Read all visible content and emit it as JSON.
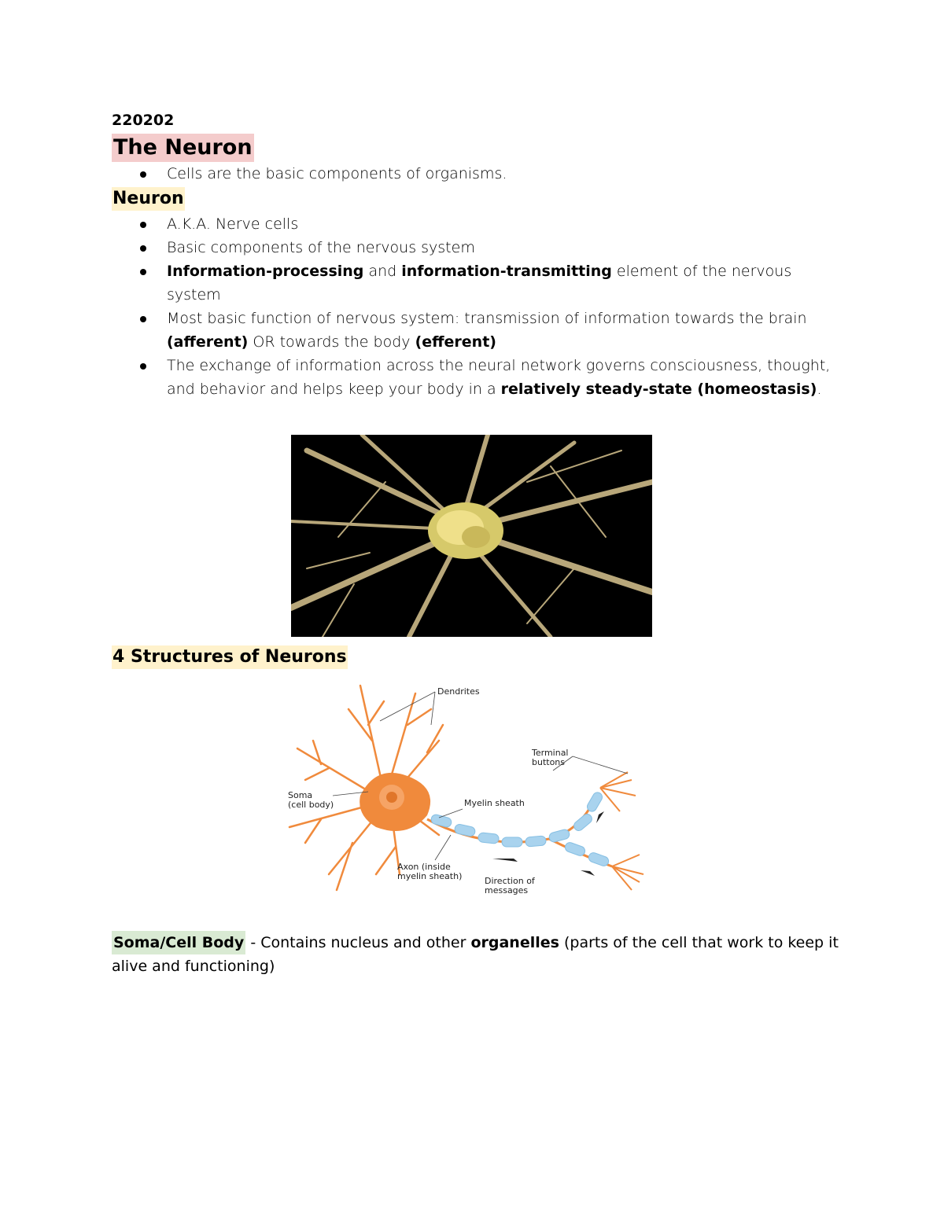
{
  "doc": {
    "date": "220202",
    "title": "The Neuron",
    "intro_bullets": [
      "Cells are the basic components of organisms."
    ],
    "section_neuron": {
      "heading": "Neuron",
      "b1": "A.K.A. Nerve cells",
      "b2": "Basic components of the nervous system",
      "b3_bold1": "Information-processing",
      "b3_mid": " and ",
      "b3_bold2": "information-transmitting",
      "b3_rest": " element of the nervous system",
      "b4_pre": "Most basic function of nervous system: transmission of information towards the brain ",
      "b4_bold1": "(afferent)",
      "b4_mid": " OR towards the body ",
      "b4_bold2": "(efferent)",
      "b5_pre": "The exchange of information across the neural network governs consciousness, thought, and behavior and helps keep your body in a ",
      "b5_bold": "relatively steady-state (homeostasis)",
      "b5_end": "."
    },
    "section_structures": {
      "heading": "4 Structures of Neurons",
      "diagram_labels": {
        "dendrites": "Dendrites",
        "terminal1": "Terminal",
        "terminal2": "buttons",
        "soma1": "Soma",
        "soma2": "(cell body)",
        "myelin": "Myelin sheath",
        "axon1": "Axon (inside",
        "axon2": "myelin sheath)",
        "dir1": "Direction of",
        "dir2": "messages"
      }
    },
    "soma": {
      "label": "Soma/Cell Body",
      "pre": " - Contains nucleus and other ",
      "bold": "organelles",
      "rest": " (parts of the cell that work to keep it alive and functioning)"
    }
  }
}
